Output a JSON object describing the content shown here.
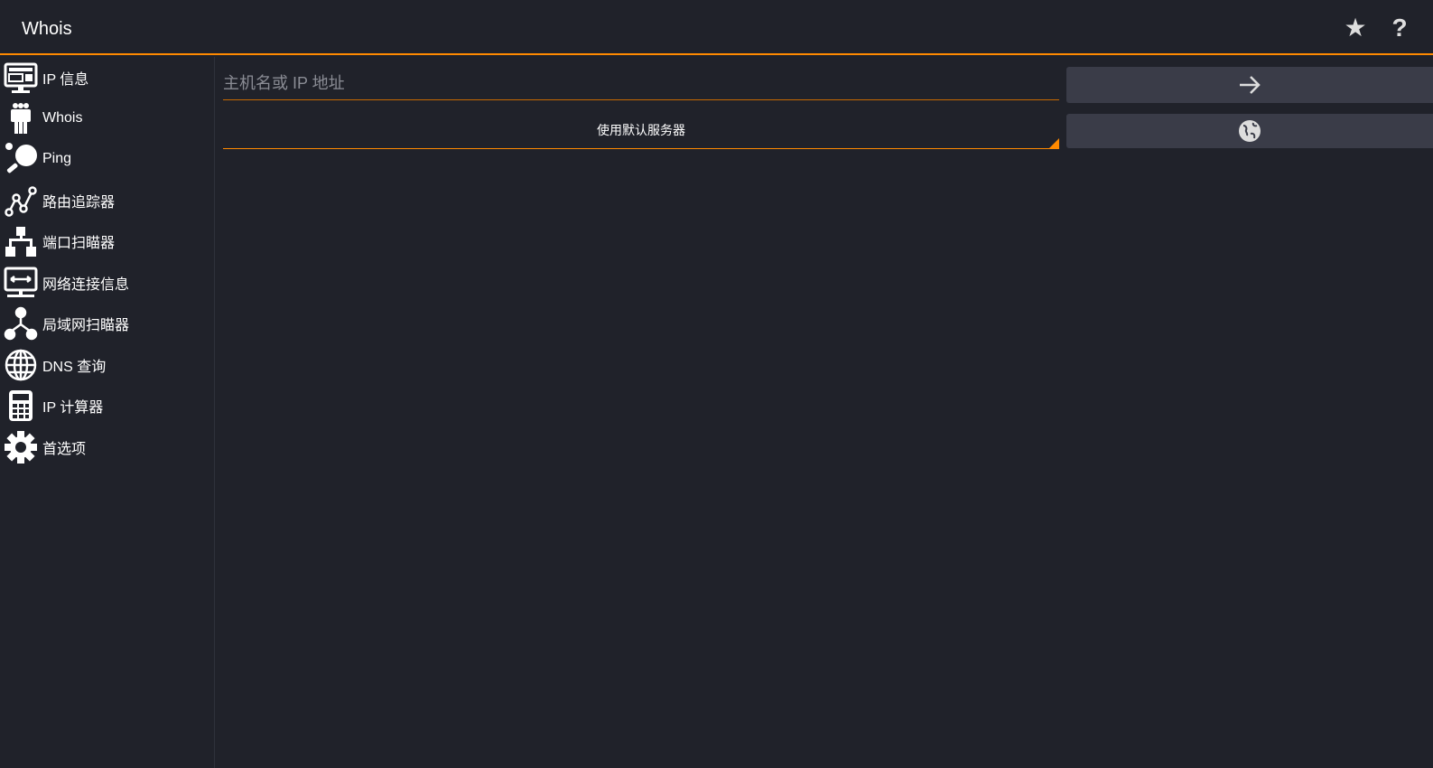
{
  "header": {
    "title": "Whois"
  },
  "sidebar": {
    "items": [
      {
        "label": "IP 信息",
        "icon": "monitor-icon"
      },
      {
        "label": "Whois",
        "icon": "people-icon"
      },
      {
        "label": "Ping",
        "icon": "ping-pong-icon"
      },
      {
        "label": "路由追踪器",
        "icon": "route-icon"
      },
      {
        "label": "端口扫瞄器",
        "icon": "network-tree-icon"
      },
      {
        "label": "网络连接信息",
        "icon": "monitor-arrows-icon"
      },
      {
        "label": "局域网扫瞄器",
        "icon": "lan-users-icon"
      },
      {
        "label": "DNS 查询",
        "icon": "globe-grid-icon"
      },
      {
        "label": "IP 计算器",
        "icon": "calculator-icon"
      },
      {
        "label": "首选项",
        "icon": "gear-icon"
      }
    ]
  },
  "main": {
    "host_placeholder": "主机名或 IP 地址",
    "host_value": "",
    "server_select": "使用默认服务器"
  },
  "colors": {
    "accent": "#ff8a00",
    "background": "#20222a",
    "button": "#3a3c48"
  }
}
